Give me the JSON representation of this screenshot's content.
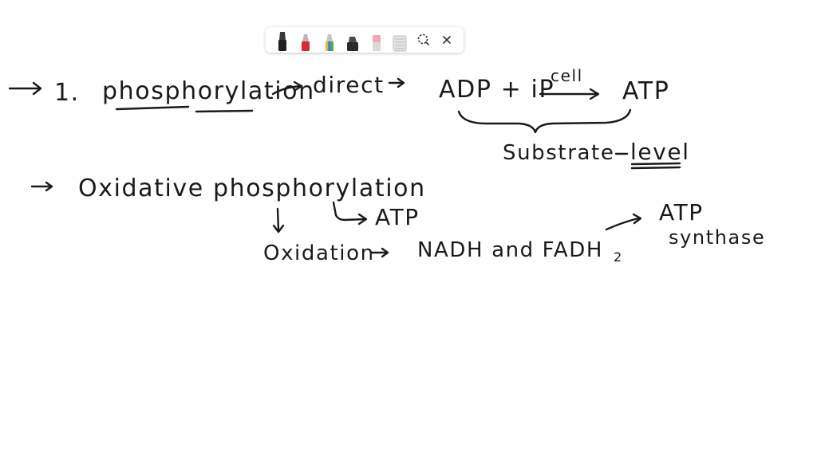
{
  "toolbar": {
    "tools": [
      {
        "name": "black-marker-tool",
        "icon": "marker-icon",
        "color": "#1f1f1f"
      },
      {
        "name": "red-marker-tool",
        "icon": "marker-icon",
        "color": "#d8283a"
      },
      {
        "name": "multicolor-marker-tool",
        "icon": "marker-icon",
        "color": "#3a7bd5"
      },
      {
        "name": "dark-marker-tool",
        "icon": "marker-icon",
        "color": "#2a2a2a"
      },
      {
        "name": "eraser-tool",
        "icon": "eraser-icon",
        "color": "#f2a7b6"
      },
      {
        "name": "texture-tool",
        "icon": "texture-icon",
        "color": "#bdbdbd"
      },
      {
        "name": "lasso-tool",
        "icon": "lasso-icon",
        "color": "#333333"
      },
      {
        "name": "close-tool",
        "icon": "close-icon",
        "color": "#333333"
      }
    ]
  },
  "notes": {
    "line1": {
      "bullet": "→",
      "number": "1.",
      "term": "phosphorylation",
      "arrow_a": "→",
      "direct": "direct",
      "arrow_b": "→",
      "reaction_left": "ADP + iP",
      "catalyst": "cell",
      "product": "ATP",
      "brace_label_a": "Substrate",
      "brace_label_b": "level"
    },
    "line2": {
      "bullet": "→",
      "term": "Oxidative phosphorylation",
      "branch_product": "ATP"
    },
    "line3": {
      "step": "Oxidation",
      "arrow": "→",
      "carriers": "NADH and FADH",
      "subscript": "2",
      "enzyme_top": "ATP",
      "enzyme_bottom": "synthase"
    }
  },
  "ink_color": "#1a1a1a"
}
